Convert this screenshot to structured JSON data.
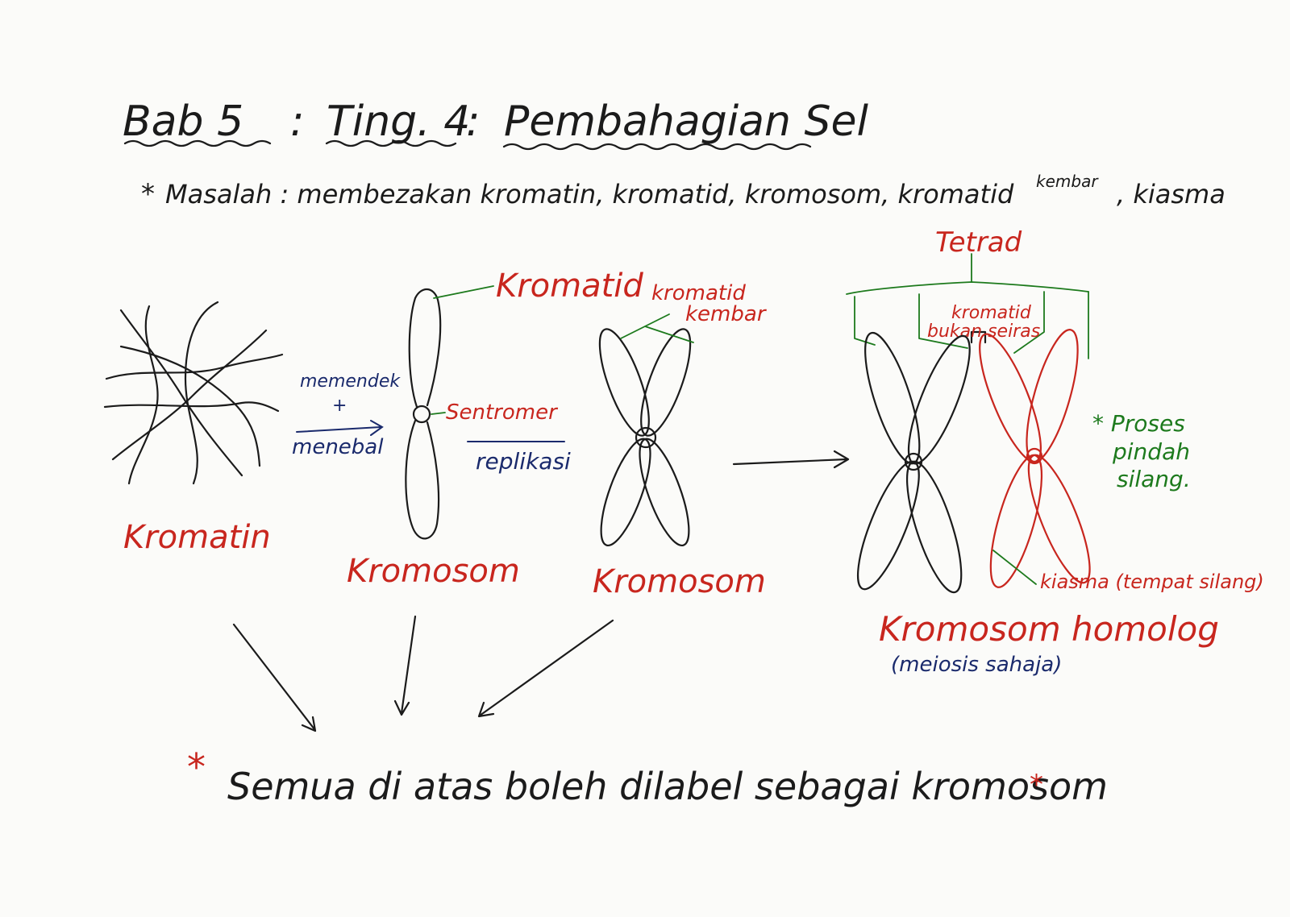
{
  "title": {
    "part1": "Bab 5",
    "part2": "Ting. 4",
    "part3": "Pembahagian Sel",
    "sep": ":"
  },
  "problem": {
    "star": "*",
    "text": "Masalah : membezakan kromatin, kromatid, kromosom, kromatid",
    "superscript": "kembar",
    "tail": ", kiasma"
  },
  "labels": {
    "kromatin": "Kromatin",
    "kromosom1": "Kromosom",
    "kromosom2": "Kromosom",
    "kromosom_homolog": "Kromosom homolog",
    "meiosis": "(meiosis sahaja)",
    "kromatid": "Kromatid",
    "sentromer": "Sentromer",
    "kromatid_kembar_line1": "kromatid",
    "kromatid_kembar_line2": "kembar",
    "tetrad": "Tetrad",
    "bukan_seiras_line1": "kromatid",
    "bukan_seiras_line2": "bukan seiras",
    "kiasma": "kiasma (tempat silang)",
    "memendek": "memendek",
    "plus": "+",
    "menebal": "menebal",
    "replikasi": "replikasi",
    "proses_line1": "* Proses",
    "proses_line2": "pindah",
    "proses_line3": "silang."
  },
  "footer": {
    "star_left": "*",
    "text": "Semua di atas boleh dilabel sebagai kromosom",
    "star_right": "*"
  },
  "colors": {
    "black": "#1b1b1b",
    "red": "#c8261e",
    "green": "#1d7a1d",
    "navy": "#1a2a6c"
  }
}
